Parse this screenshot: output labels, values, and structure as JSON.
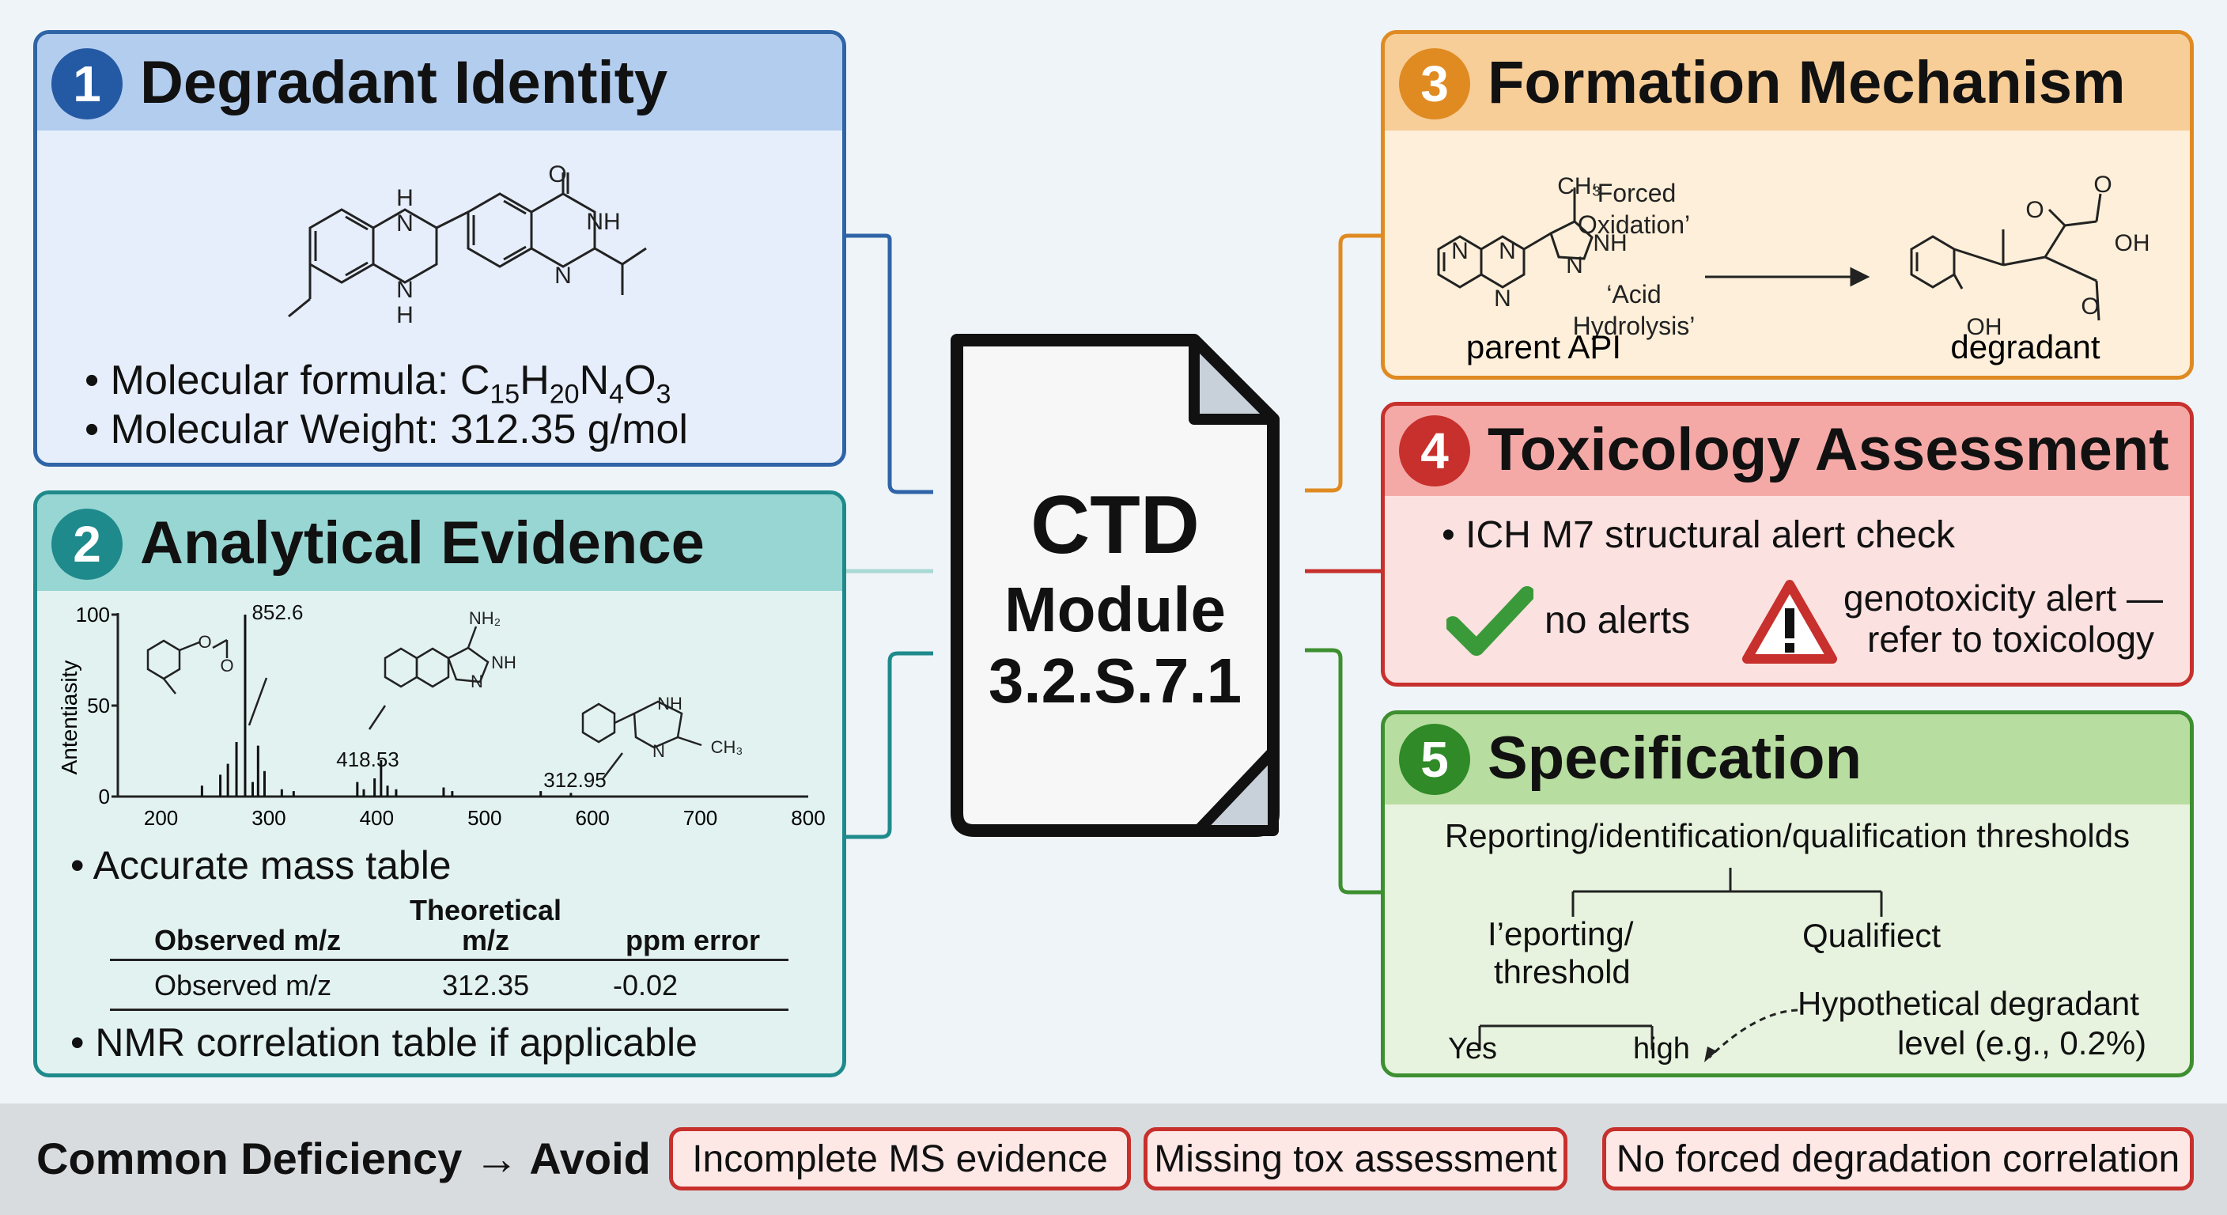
{
  "center": {
    "line1": "CTD",
    "line2": "Module",
    "line3": "3.2.S.7.1"
  },
  "panel1": {
    "number": "1",
    "title": "Degradant Identity",
    "struct_labels": {
      "o": "O",
      "nh": "NH",
      "n": "N",
      "h1": "H",
      "h2": "H",
      "n1": "N",
      "n2": "N"
    },
    "formula_prefix": "Molecular formula: ",
    "formula": {
      "c": "C",
      "c_sub": "15",
      "h": "H",
      "h_sub": "20",
      "n": "N",
      "n_sub": "4",
      "o": "O",
      "o_sub": "3"
    },
    "weight": "Molecular Weight: 312.35 g/mol"
  },
  "panel2": {
    "number": "2",
    "title": "Analytical Evidence",
    "chart": {
      "ylabel": "Antentiasity",
      "yticks": [
        "100",
        "50",
        "0"
      ],
      "xticks": [
        "200",
        "300",
        "400",
        "500",
        "600",
        "700",
        "800"
      ],
      "peak_labels": [
        "852.6",
        "418.53",
        "312.95"
      ],
      "struct_labels": {
        "nh2": "NH₂",
        "nh": "NH",
        "n": "N",
        "nh_b": "NH",
        "ch3": "CH₃",
        "n_b": "N",
        "o1": "O",
        "o2": "O"
      }
    },
    "bullet1": "Accurate mass table",
    "table": {
      "headers": [
        "Observed m/z",
        "Theoretical m/z",
        "ppm error"
      ],
      "rows": [
        [
          "Observed m/z",
          "312.35",
          "-0.02"
        ]
      ]
    },
    "bullet2": "NMR correlation table if applicable"
  },
  "panel3": {
    "number": "3",
    "title": "Formation Mechanism",
    "cond1a": "‘Forced",
    "cond1b": "Oxidation’",
    "cond2a": "‘Acid",
    "cond2b": "Hydrolysis’",
    "parent_label": "parent API",
    "degradant_label": "degradant",
    "struct_labels": {
      "ch3": "CH₃",
      "nh": "NH",
      "n1": "N",
      "n2": "N",
      "n3": "N",
      "n4": "N",
      "o1": "O",
      "o2": "O",
      "oh1": "OH",
      "oh2": "OH",
      "o3": "O"
    }
  },
  "panel4": {
    "number": "4",
    "title": "Toxicology Assessment",
    "bullet": "ICH M7 structural alert check",
    "no_alerts": "no alerts",
    "alert_line1": "genotoxicity alert —",
    "alert_line2": "refer to toxicology"
  },
  "panel5": {
    "number": "5",
    "title": "Specification",
    "root": "Reporting/identification/qualification thresholds",
    "left_node_line1": "I’eporting/",
    "left_node_line2": "threshold",
    "right_node": "Qualifiect",
    "leaf_yes": "Yes",
    "leaf_high": "high",
    "note_line1": "Hypothetical degradant",
    "note_line2": "level (e.g., 0.2%)"
  },
  "footer": {
    "label": "Common Deficiency → Avoid",
    "chips": [
      "Incomplete MS evidence",
      "Missing tox assessment",
      "No forced degradation correlation"
    ]
  },
  "colors": {
    "blue": "#2f64a7",
    "teal": "#1f8a8c",
    "orange": "#e08a22",
    "red": "#c7302c",
    "green": "#3d8f2f"
  }
}
